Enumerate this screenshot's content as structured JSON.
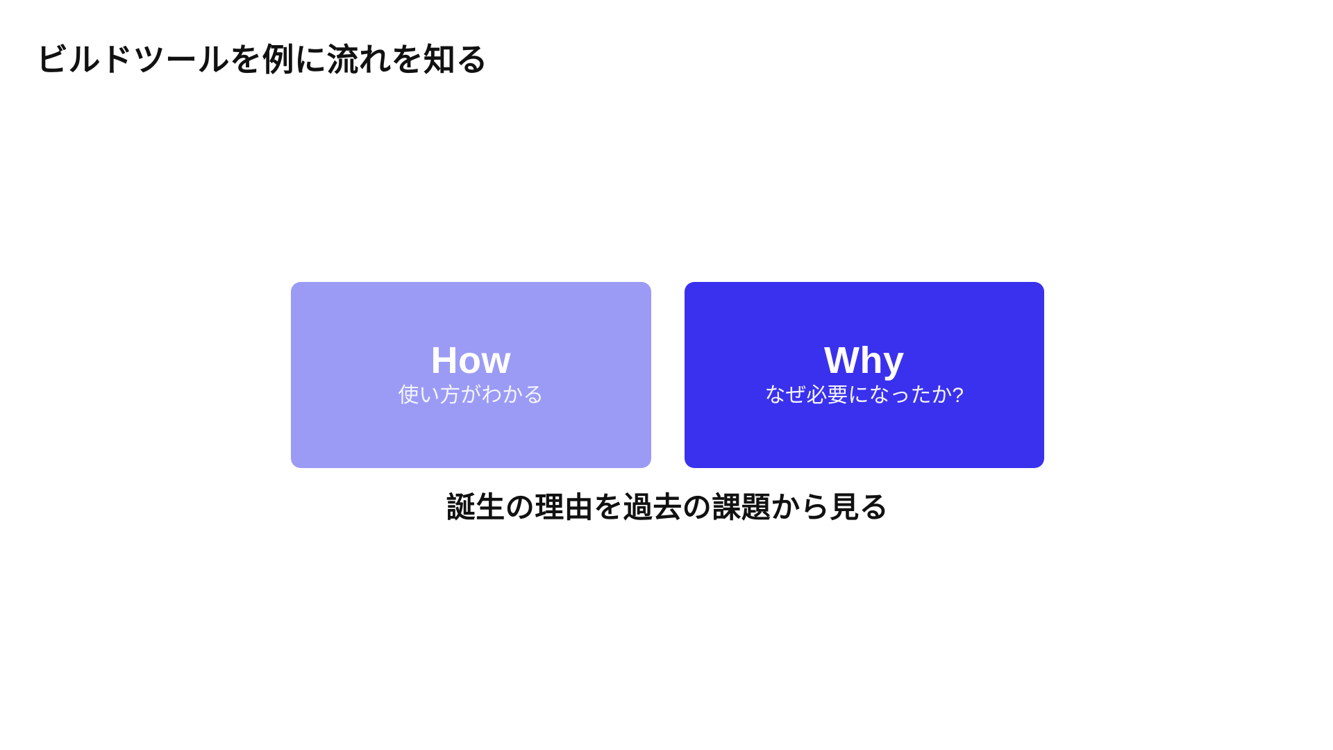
{
  "slide": {
    "title": "ビルドツールを例に流れを知る",
    "background_color": "#FFFFFF",
    "text_color": "#111111"
  },
  "cards": [
    {
      "id": "how",
      "heading": "How",
      "subtitle": "使い方がわかる",
      "background_color": "#9B9BF6",
      "heading_color": "#FFFFFF",
      "subtitle_color": "#F4F4FF"
    },
    {
      "id": "why",
      "heading": "Why",
      "subtitle": "なぜ必要になったか?",
      "background_color": "#3A31EE",
      "heading_color": "#FFFFFF",
      "subtitle_color": "#F4F4FF"
    }
  ],
  "caption": {
    "text": "誕生の理由を過去の課題から見る"
  }
}
